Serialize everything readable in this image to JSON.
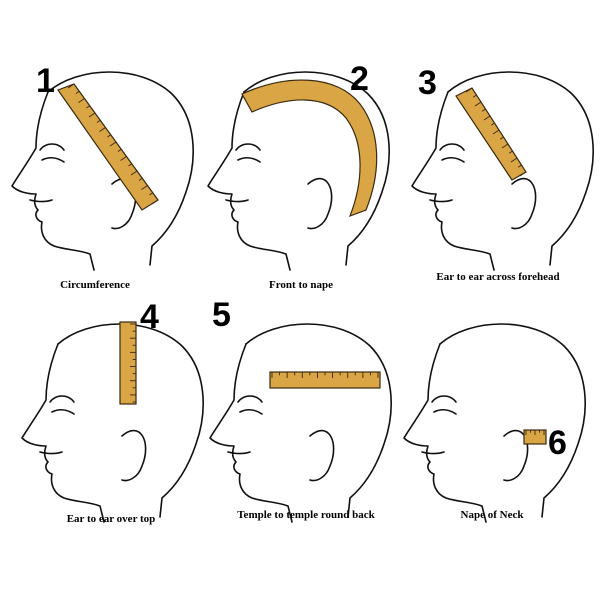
{
  "colors": {
    "tape_fill": "#d9a545",
    "tape_stroke": "#3a2a10",
    "outline": "#111111",
    "background": "#ffffff"
  },
  "panels": [
    {
      "number": "1",
      "caption": "Circumference"
    },
    {
      "number": "2",
      "caption": "Front to nape"
    },
    {
      "number": "3",
      "caption": "Ear to ear across forehead"
    },
    {
      "number": "4",
      "caption": "Ear to ear over top"
    },
    {
      "number": "5",
      "caption": "Temple to temple round back"
    },
    {
      "number": "6",
      "caption": "Nape of Neck"
    }
  ]
}
